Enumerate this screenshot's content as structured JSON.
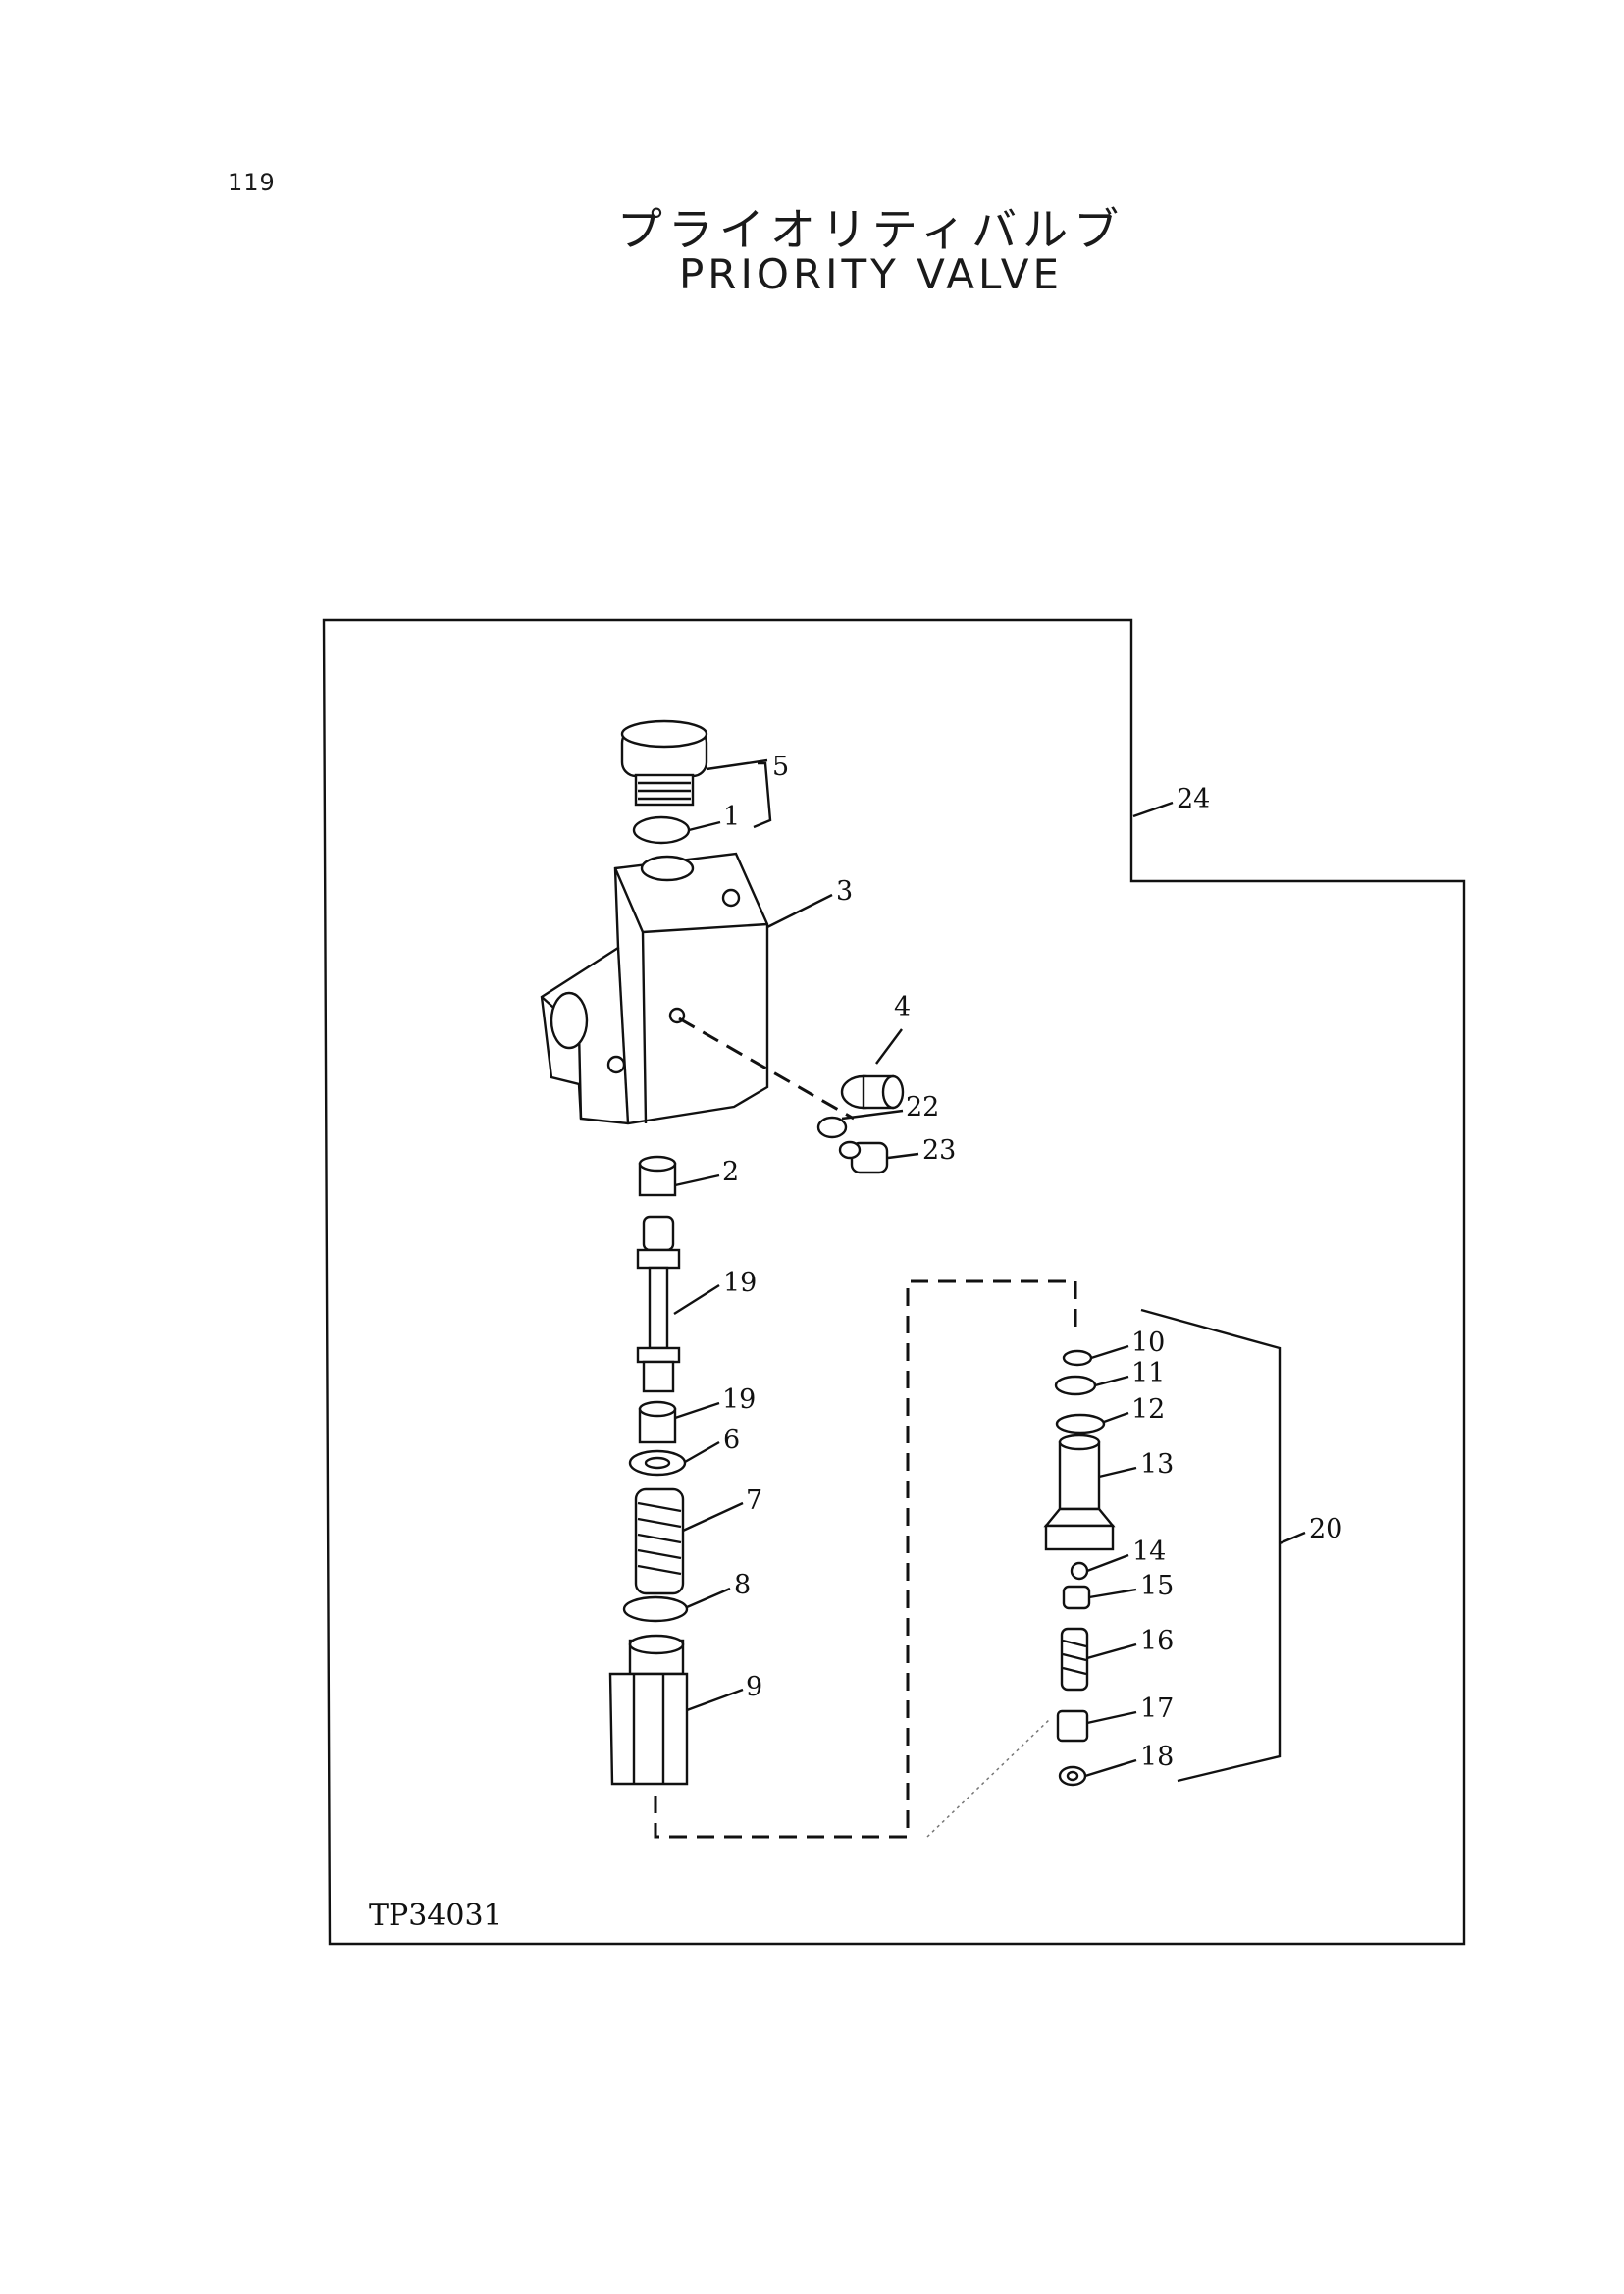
{
  "page_number": "119",
  "title_japanese": "プライオリティバルブ",
  "title_english": "PRIORITY VALVE",
  "drawing_code": "TP34031",
  "callouts": {
    "c1": "1",
    "c2": "2",
    "c3": "3",
    "c4": "4",
    "c5": "5",
    "c6": "6",
    "c7": "7",
    "c8": "8",
    "c9": "9",
    "c10": "10",
    "c11": "11",
    "c12": "12",
    "c13": "13",
    "c14": "14",
    "c15": "15",
    "c16": "16",
    "c17": "17",
    "c18": "18",
    "c19a": "19",
    "c19b": "19",
    "c20": "20",
    "c22": "22",
    "c23": "23",
    "c24": "24"
  }
}
